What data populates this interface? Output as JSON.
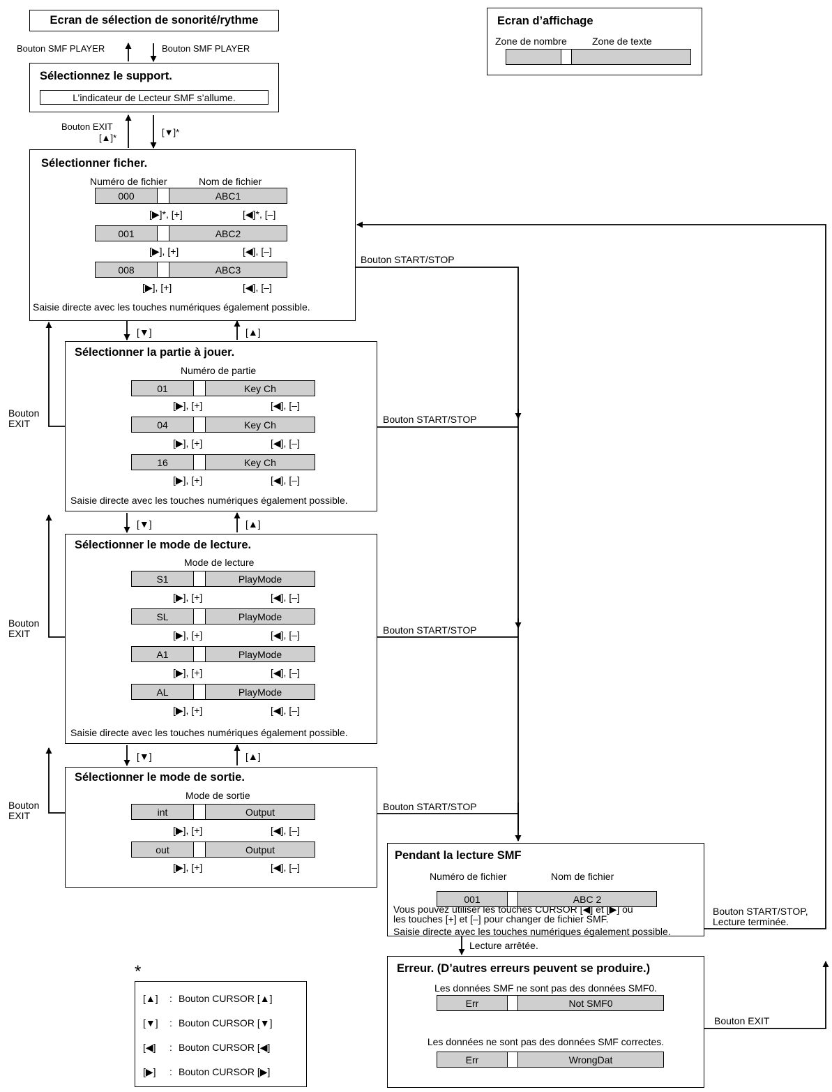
{
  "top": {
    "title": "Ecran de sélection de sonorité/rythme",
    "left_label": "Bouton SMF PLAYER",
    "right_label": "Bouton SMF PLAYER"
  },
  "support": {
    "title": "Sélectionnez le support.",
    "note": "L’indicateur de Lecteur SMF s’allume.",
    "up_label_1": "Bouton EXIT",
    "up_label_2": "[▲]*",
    "down_label": "[▼]*"
  },
  "legend": {
    "title": "Ecran d’affichage",
    "num_zone": "Zone de nombre",
    "text_zone": "Zone de texte"
  },
  "file": {
    "title": "Sélectionner ficher.",
    "col_num": "Numéro de fichier",
    "col_name": "Nom de fichier",
    "rows": [
      {
        "num": "000",
        "name": "ABC1"
      },
      {
        "num": "001",
        "name": "ABC2"
      },
      {
        "num": "008",
        "name": "ABC3"
      }
    ],
    "next_first": "[▶]*, [+]",
    "prev_first": "[◀]*, [–]",
    "next": "[▶], [+]",
    "prev": "[◀], [–]",
    "direct": "Saisie directe avec les touches numériques également possible."
  },
  "nav": {
    "down": "[▼]",
    "up": "[▲]"
  },
  "part": {
    "title": "Sélectionner la partie à jouer.",
    "col": "Numéro de partie",
    "rows": [
      {
        "num": "01",
        "name": "Key  Ch"
      },
      {
        "num": "04",
        "name": "Key  Ch"
      },
      {
        "num": "16",
        "name": "Key  Ch"
      }
    ],
    "next": "[▶], [+]",
    "prev": "[◀], [–]",
    "direct": "Saisie directe avec les touches numériques également possible."
  },
  "mode": {
    "title": "Sélectionner le mode de lecture.",
    "col": "Mode de lecture",
    "rows": [
      {
        "num": "S1",
        "name": "PlayMode"
      },
      {
        "num": "SL",
        "name": "PlayMode"
      },
      {
        "num": "A1",
        "name": "PlayMode"
      },
      {
        "num": "AL",
        "name": "PlayMode"
      }
    ],
    "next": "[▶], [+]",
    "prev": "[◀], [–]",
    "direct": "Saisie directe avec les touches numériques également possible."
  },
  "output": {
    "title": "Sélectionner le mode de sortie.",
    "col": "Mode de sortie",
    "rows": [
      {
        "num": "int",
        "name": "Output"
      },
      {
        "num": "out",
        "name": "Output"
      }
    ],
    "next": "[▶], [+]",
    "prev": "[◀], [–]"
  },
  "exit_label_1": "Bouton",
  "exit_label_2": "EXIT",
  "start_stop": "Bouton START/STOP",
  "playback": {
    "title": "Pendant la lecture SMF",
    "col_num": "Numéro de fichier",
    "col_name": "Nom de fichier",
    "num": "001",
    "name": "ABC 2",
    "text1": "Vous pouvez utiliser les touches CURSOR [◀] et [▶] ou",
    "text2": "les touches [+] et [–] pour changer de fichier SMF.",
    "direct": "Saisie directe avec les touches numériques également possible.",
    "stopped": "Lecture arrêtée.",
    "return_1": "Bouton START/STOP,",
    "return_2": "Lecture terminée."
  },
  "error": {
    "title": "Erreur. (D’autres erreurs peuvent se produire.)",
    "msg1": "Les données SMF ne sont pas des données SMF0.",
    "num1": "Err",
    "name1": "Not  SMF0",
    "msg2": "Les données ne sont pas des données SMF correctes.",
    "num2": "Err",
    "name2": "WrongDat",
    "exit": "Bouton EXIT"
  },
  "key": {
    "star": "*",
    "rows": [
      {
        "k": "[▲]",
        "sep": ":",
        "v": "Bouton CURSOR [▲]"
      },
      {
        "k": "[▼]",
        "sep": ":",
        "v": "Bouton CURSOR [▼]"
      },
      {
        "k": "[◀]",
        "sep": ":",
        "v": "Bouton CURSOR [◀]"
      },
      {
        "k": "[▶]",
        "sep": ":",
        "v": "Bouton CURSOR [▶]"
      }
    ]
  }
}
